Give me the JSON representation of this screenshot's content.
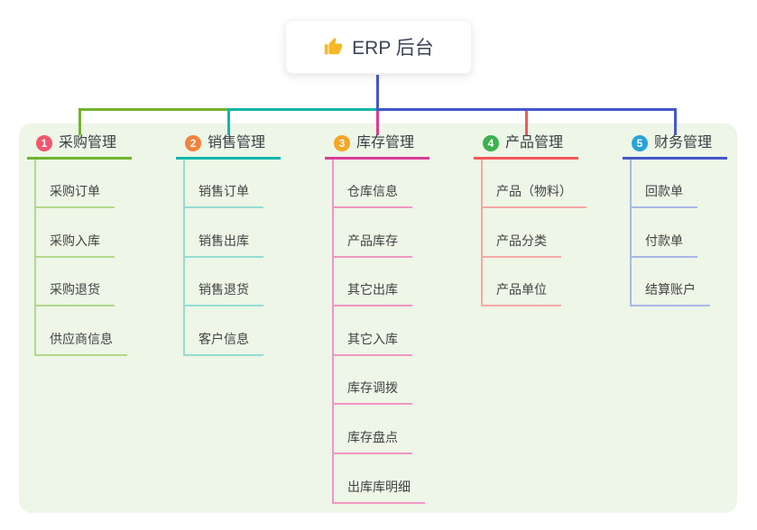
{
  "root": {
    "label": "ERP 后台",
    "icon": "thumbs-up-icon"
  },
  "colors": {
    "panel_background": "#edf6e7",
    "root_text": "#3d4458",
    "root_connector": "#4558c8",
    "thumbs_up": "#f5b827"
  },
  "branches": [
    {
      "number": "1",
      "title": "采购管理",
      "badge_color": "#f1566d",
      "line_color": "#72b32e",
      "child_line_color": "#b2d88a",
      "children": [
        "采购订单",
        "采购入库",
        "采购退货",
        "供应商信息"
      ]
    },
    {
      "number": "2",
      "title": "销售管理",
      "badge_color": "#f5823b",
      "line_color": "#13b5ab",
      "child_line_color": "#96dbd4",
      "children": [
        "销售订单",
        "销售出库",
        "销售退货",
        "客户信息"
      ]
    },
    {
      "number": "3",
      "title": "库存管理",
      "badge_color": "#f6a623",
      "line_color": "#d93c96",
      "child_line_color": "#f096c3",
      "children": [
        "仓库信息",
        "产品库存",
        "其它出库",
        "其它入库",
        "库存调拨",
        "库存盘点",
        "出库库明细"
      ]
    },
    {
      "number": "4",
      "title": "产品管理",
      "badge_color": "#3cb14e",
      "line_color": "#f25858",
      "child_line_color": "#f6a8a4",
      "children": [
        "产品（物料）",
        "产品分类",
        "产品单位"
      ]
    },
    {
      "number": "5",
      "title": "财务管理",
      "badge_color": "#27a3da",
      "line_color": "#4558c8",
      "child_line_color": "#a9b8e8",
      "children": [
        "回款单",
        "付款单",
        "结算账户"
      ]
    }
  ]
}
